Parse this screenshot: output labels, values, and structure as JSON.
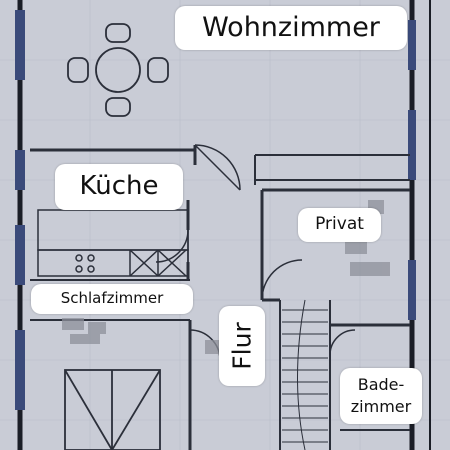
{
  "rooms": {
    "wohnzimmer": "Wohnzimmer",
    "kueche": "Küche",
    "privat": "Privat",
    "schlafzimmer": "Schlafzimmer",
    "flur": "Flur",
    "badezimmer_line1": "Bade-",
    "badezimmer_line2": "zimmer"
  },
  "colors": {
    "paper": "#c9ccd6",
    "wall": "#2b2f3a",
    "outer_wall": "#1a1d26",
    "window": "#3a4a7a",
    "label_background": "#ffffff",
    "redaction_blur": "#8d909a"
  }
}
